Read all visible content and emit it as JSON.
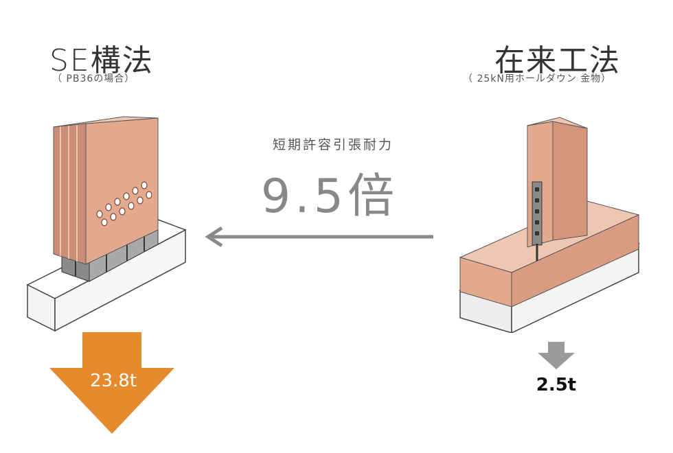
{
  "left": {
    "title": "SE構法",
    "subtitle": "（ PB36の場合）",
    "load_value": "23.8t"
  },
  "right": {
    "title": "在来工法",
    "subtitle": "（ 25kN用ホールダウン 金物）",
    "load_value": "2.5t"
  },
  "comparison": {
    "label": "短期許容引張耐力",
    "ratio": "9.5倍"
  },
  "colors": {
    "accent_orange": "#e68a2e",
    "arrow_gray": "#8a8a8a",
    "wood": "#e3a98f",
    "wood_dark": "#c98e75",
    "concrete": "#f2f2f2"
  },
  "icons": {
    "left_figure": "se-column-joint-illustration",
    "right_figure": "conventional-holddown-joint-illustration",
    "direction_arrow": "arrow-left-icon",
    "left_load_arrow": "arrow-down-icon",
    "right_load_arrow": "arrow-down-icon"
  }
}
